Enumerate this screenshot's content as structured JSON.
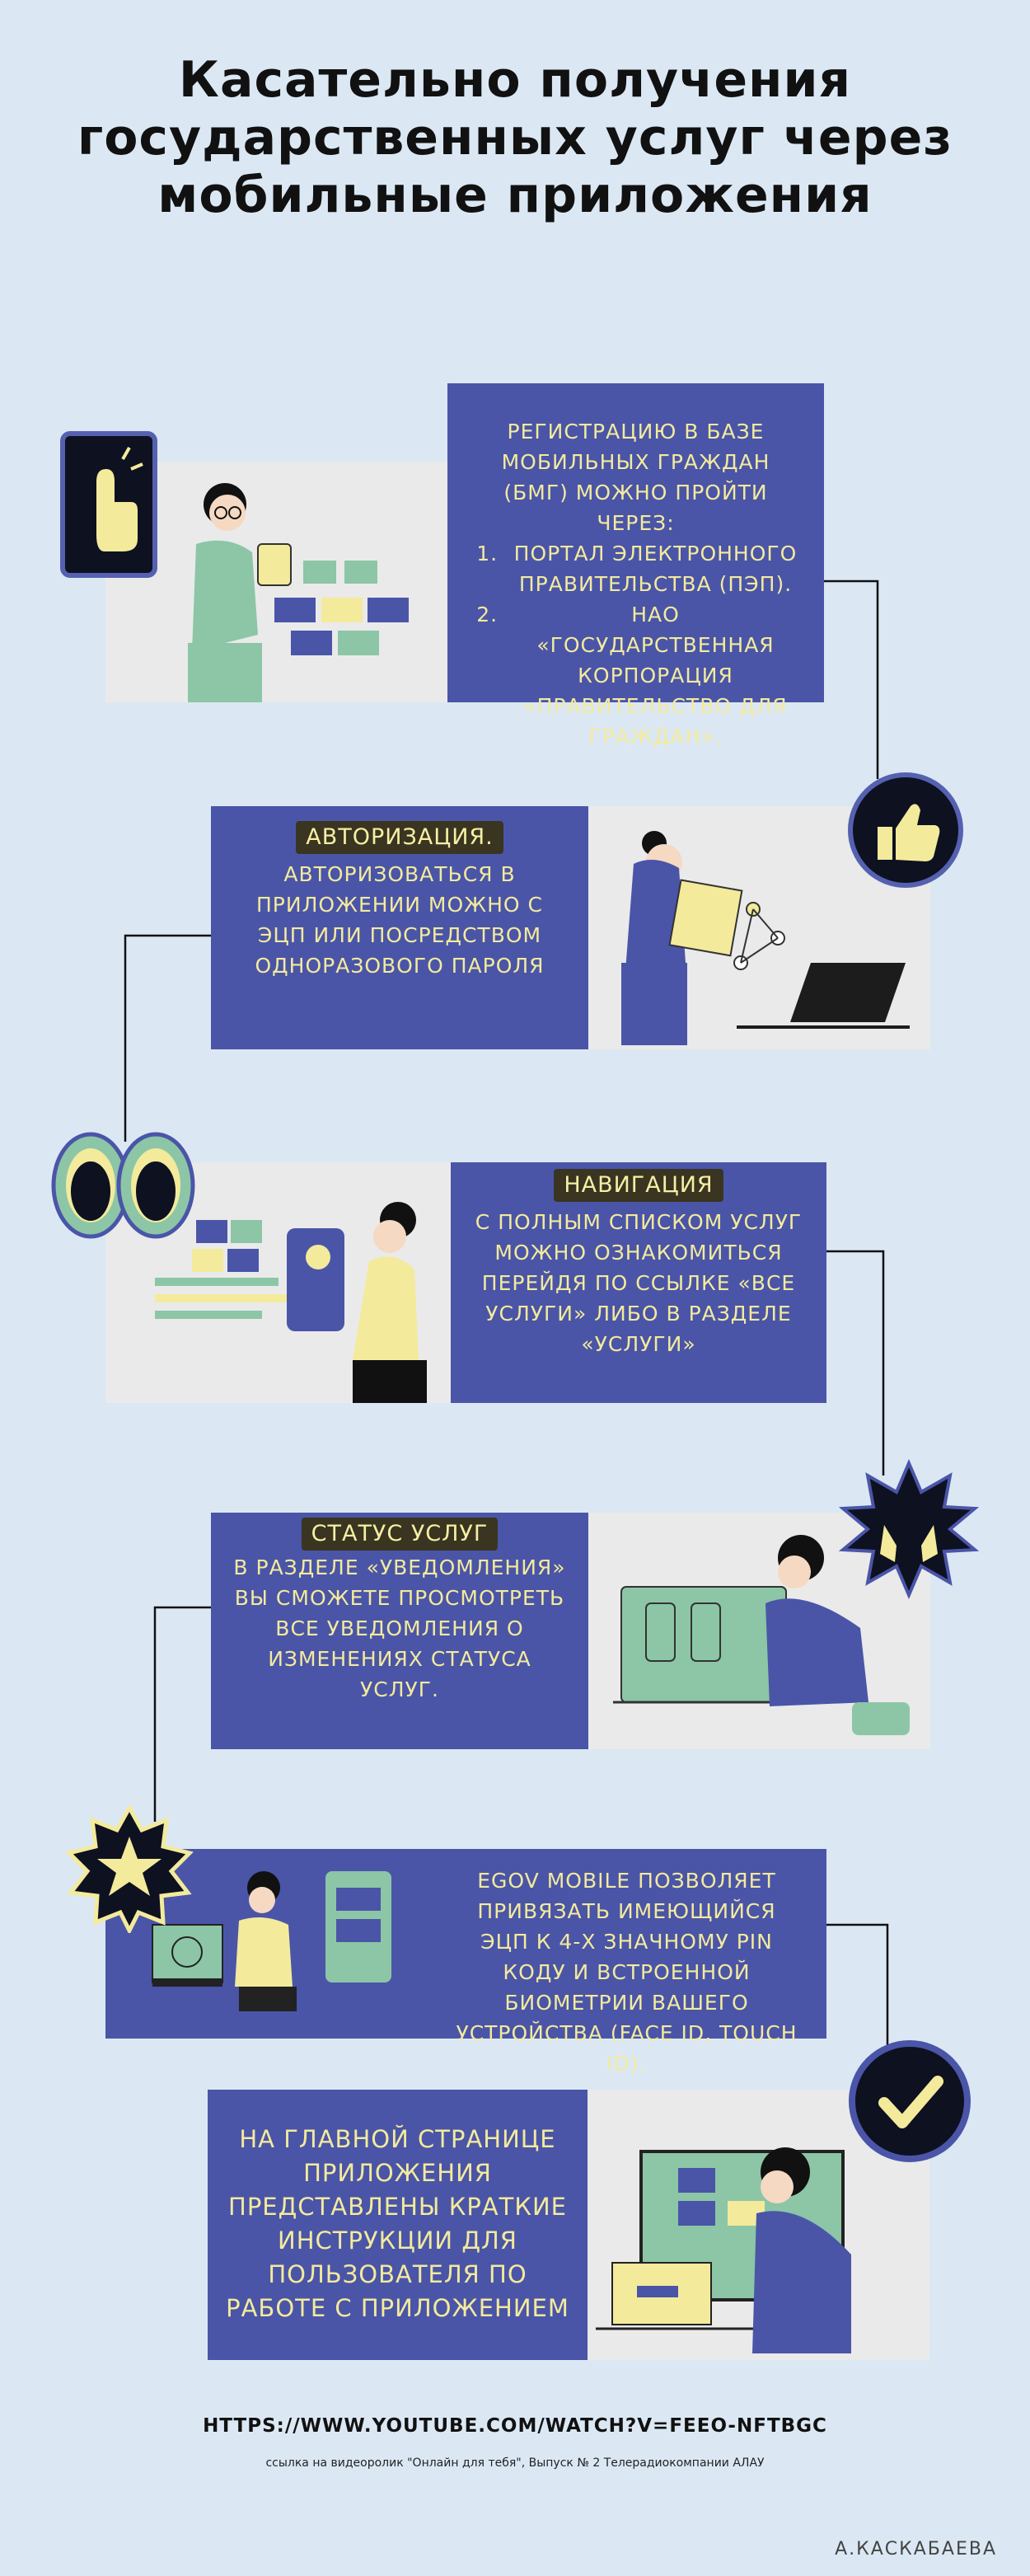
{
  "header": {
    "title": "Касательно получения государственных услуг через мобильные приложения"
  },
  "steps": {
    "registration": {
      "intro": "Регистрацию в базе мобильных граждан (БМГ) можно пройти через:",
      "items": [
        "Портал электронного правительства (ПЭП).",
        "НАО «Государственная корпорация «Правительство для граждан»."
      ]
    },
    "authorization": {
      "tag": "Авторизация.",
      "text": "Авторизоваться в приложении можно с ЭЦП или посредством одноразового пароля"
    },
    "navigation": {
      "tag": "Навигация",
      "text": "С полным списком услуг можно ознакомиться перейдя по ссылке «Все услуги» либо в разделе «Услуги»"
    },
    "status": {
      "tag": "Статус услуг",
      "text": "В разделе «Уведомления» вы сможете просмотреть все уведомления о изменениях статуса услуг."
    },
    "egov": {
      "text": "eGov mobile позволяет привязать имеющийся ЭЦП к 4-х значному PIN коду и встроенной биометрии вашего устройства (Face ID, Touch ID)."
    },
    "instructions": {
      "text": "На главной странице приложения представлены краткие инструкции для пользователя по работе с приложением"
    }
  },
  "footer": {
    "link": "HTTPS://WWW.YOUTUBE.COM/WATCH?V=FEEO-NFTBGC",
    "caption": "ссылка на видеоролик \"Онлайн для тебя\", Выпуск № 2 Телерадиокомпании  АЛАУ",
    "author": "А.КАСКАБАЕВА"
  },
  "colors": {
    "background": "#dbe8f4",
    "box": "#4a55a8",
    "box_text": "#f3ea9c",
    "panel": "#eaeaea",
    "tag_bg": "#3a3520"
  },
  "icons": [
    "pointing-hand-icon",
    "thumbs-up-icon",
    "eyes-icon",
    "hands-burst-icon",
    "star-badge-icon",
    "check-badge-icon"
  ]
}
